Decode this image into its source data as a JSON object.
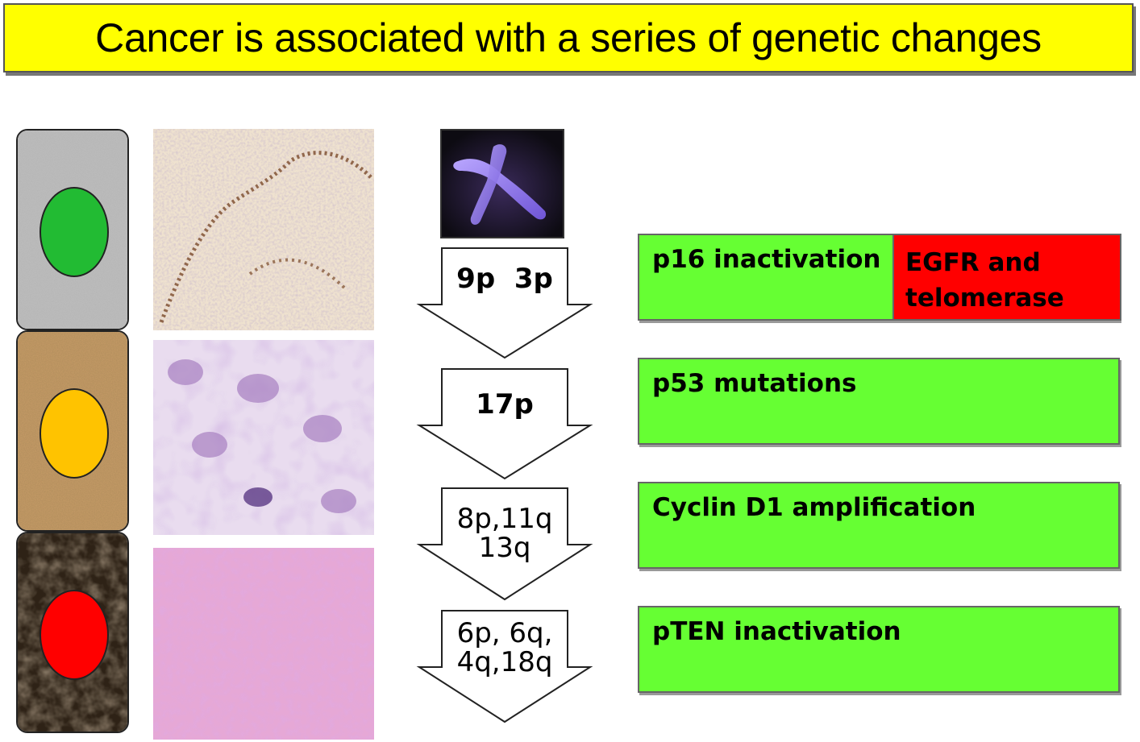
{
  "title": "Cancer is associated with a series of genetic changes",
  "stages": [
    {
      "nucleus_color": "#22bb33",
      "tile_color": "#b8b8b8",
      "arrow_label_line1": "9p  3p",
      "arrow_label_line2": "",
      "gene_label": "p16 inactivation",
      "gene_box_color": "#66ff33",
      "secondary_label": "EGFR and telomerase",
      "secondary_color": "#ff0000"
    },
    {
      "nucleus_color": "#ffc300",
      "tile_color": "#b88a5a",
      "arrow_label_line1": "17p",
      "arrow_label_line2": "",
      "gene_label": "p53 mutations",
      "gene_box_color": "#66ff33"
    },
    {
      "nucleus_color": "#ff0000",
      "tile_color": "#3a2a1a",
      "arrow_label_line1": "8p,11q",
      "arrow_label_line2": "13q",
      "gene_label": "Cyclin D1 amplification",
      "gene_box_color": "#66ff33"
    },
    {
      "arrow_label_line1": "6p, 6q,",
      "arrow_label_line2": "4q,18q",
      "gene_label": "pTEN inactivation",
      "gene_box_color": "#66ff33"
    }
  ],
  "icons": {
    "chromosome": "chromosome-icon",
    "arrow": "down-arrow-icon"
  }
}
